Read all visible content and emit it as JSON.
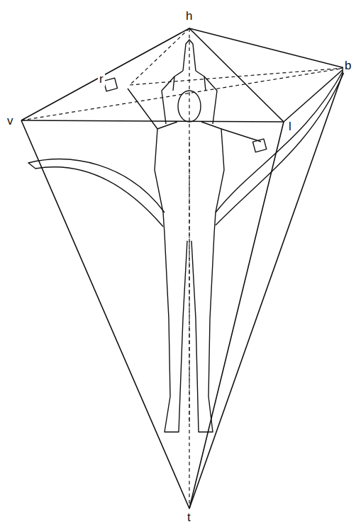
{
  "diagram": {
    "labels": [
      "h",
      "r",
      "b",
      "v",
      "l",
      "t"
    ]
  }
}
